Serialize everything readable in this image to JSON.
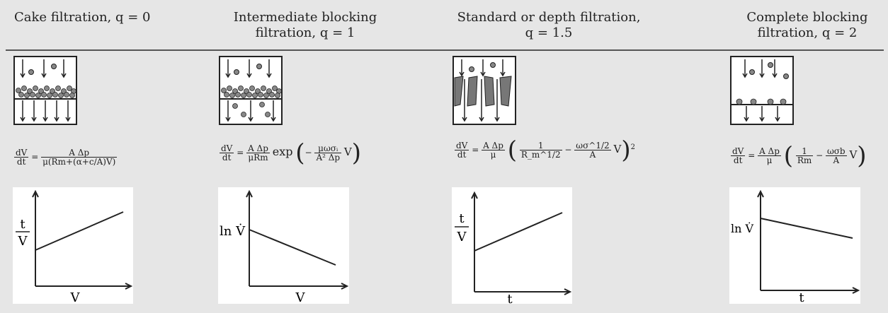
{
  "columns": [
    {
      "title_line1": "Cake filtration, q = 0",
      "title_line2": "",
      "equation": {
        "lhs_num": "dV",
        "lhs_den": "dt",
        "rhs_num": "A Δp",
        "rhs_den": "μ(Rm+(α+c/A)V)"
      },
      "plot": {
        "y_label_top": "t",
        "y_label_bottom": "V",
        "x_label": "V",
        "trend": "increasing"
      }
    },
    {
      "title_line1": "Intermediate blocking",
      "title_line2": "filtration, q = 1",
      "equation": {
        "lhs_num": "dV",
        "lhs_den": "dt",
        "coef_num": "A Δp",
        "coef_den": "μRm",
        "func": "exp",
        "inner_num": "μωσᵢ",
        "inner_den": "A² Δp",
        "var": "V"
      },
      "plot": {
        "y_label": "ln V̇",
        "x_label": "V",
        "trend": "decreasing"
      }
    },
    {
      "title_line1": "Standard or depth filtration,",
      "title_line2": "q = 1.5",
      "equation": {
        "lhs_num": "dV",
        "lhs_den": "dt",
        "coef_num": "A Δp",
        "coef_den": "μ",
        "t1_num": "1",
        "t1_den": "R_m^1/2",
        "t2_num": "ωσ^1/2",
        "t2_den": "A",
        "var": "V",
        "power": "2"
      },
      "plot": {
        "y_label_top": "t",
        "y_label_bottom": "V",
        "x_label": "t",
        "trend": "increasing"
      }
    },
    {
      "title_line1": "Complete blocking",
      "title_line2": "filtration, q = 2",
      "equation": {
        "lhs_num": "dV",
        "lhs_den": "dt",
        "coef_num": "A Δp",
        "coef_den": "μ",
        "t1_num": "1",
        "t1_den": "Rm",
        "t2_num": "ωσb",
        "t2_den": "A",
        "var": "V"
      },
      "plot": {
        "y_label": "ln V̇",
        "x_label": "t",
        "trend": "decreasing"
      }
    }
  ],
  "colors": {
    "background": "#e6e6e6",
    "plot_bg": "#ffffff",
    "ink": "#222222",
    "particle": "#888888"
  }
}
